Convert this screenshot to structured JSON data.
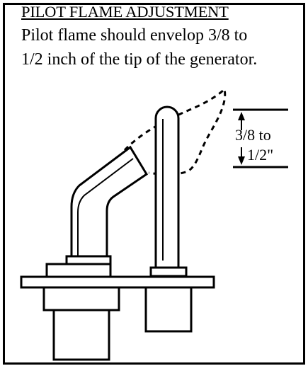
{
  "title": "PILOT FLAME ADJUSTMENT",
  "description_lines": [
    "Pilot flame should envelop 3/8 to",
    "1/2 inch of the tip of the generator."
  ],
  "dimension": {
    "upper_label": "3/8 to",
    "lower_label": "1/2\""
  },
  "colors": {
    "line": "#000000",
    "background": "#ffffff"
  }
}
